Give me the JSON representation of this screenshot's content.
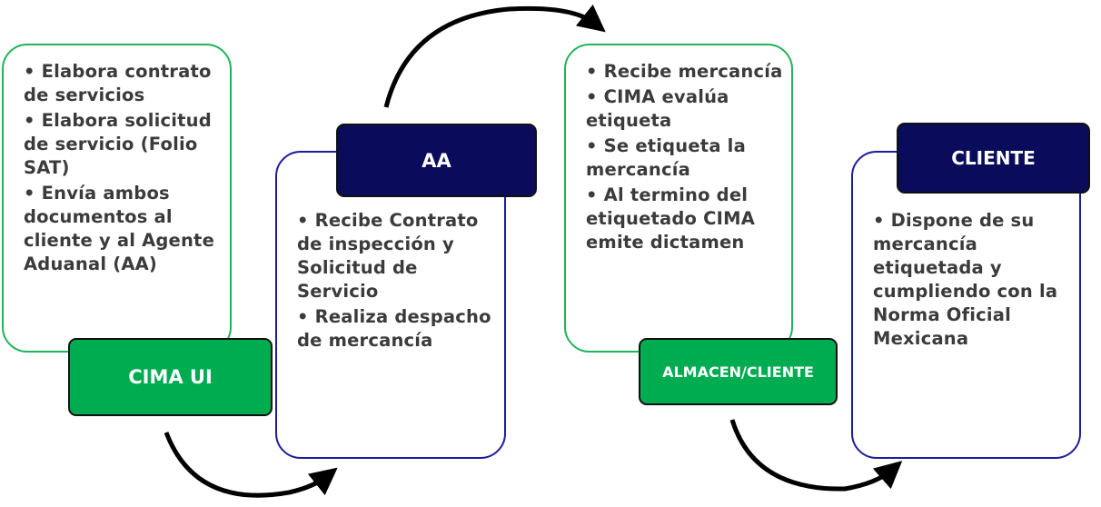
{
  "steps": [
    {
      "label": "CIMA UI",
      "items": [
        "Elabora contrato de servicios",
        "Elabora solicitud de servicio (Folio SAT)",
        "Envía ambos documentos al cliente y al Agente Aduanal (AA)"
      ]
    },
    {
      "label": "AA",
      "items": [
        "Recibe Contrato de inspección y Solicitud de Servicio",
        "Realiza despacho de mercancía"
      ]
    },
    {
      "label": "ALMACEN/CLIENTE",
      "items": [
        "Recibe mercancía",
        "CIMA evalúa etiqueta",
        "Se etiqueta la mercancía",
        "Al termino del etiquetado CIMA emite dictamen"
      ]
    },
    {
      "label": "CLIENTE",
      "items": [
        "Dispone de su mercancía etiquetada y cumpliendo con la Norma Oficial Mexicana"
      ]
    }
  ],
  "colors": {
    "green": "#00ac50",
    "navy": "#0b0b5c",
    "text": "#3b3b3b"
  }
}
